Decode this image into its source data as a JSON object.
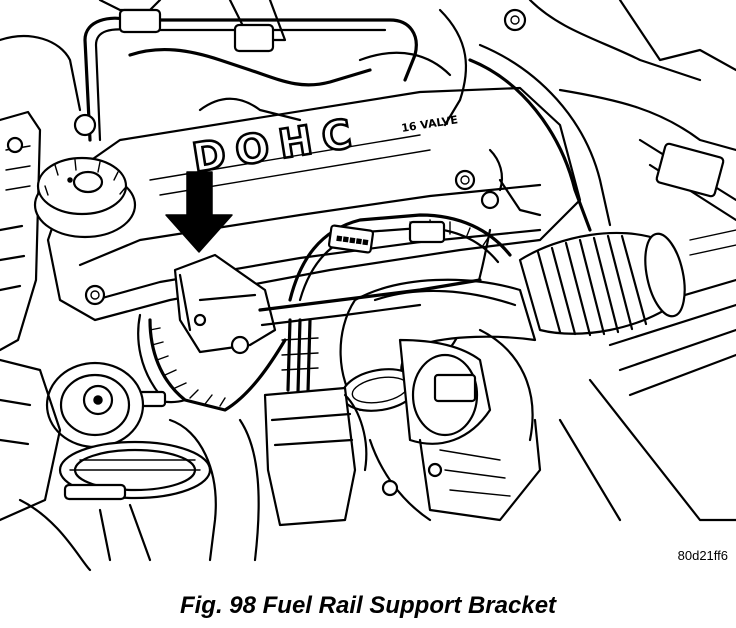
{
  "figure": {
    "caption": "Fig. 98 Fuel Rail Support Bracket",
    "illustration_code": "80d21ff6",
    "cover_lettering_main": "DOHC",
    "cover_lettering_sub": "16 VALVE"
  }
}
